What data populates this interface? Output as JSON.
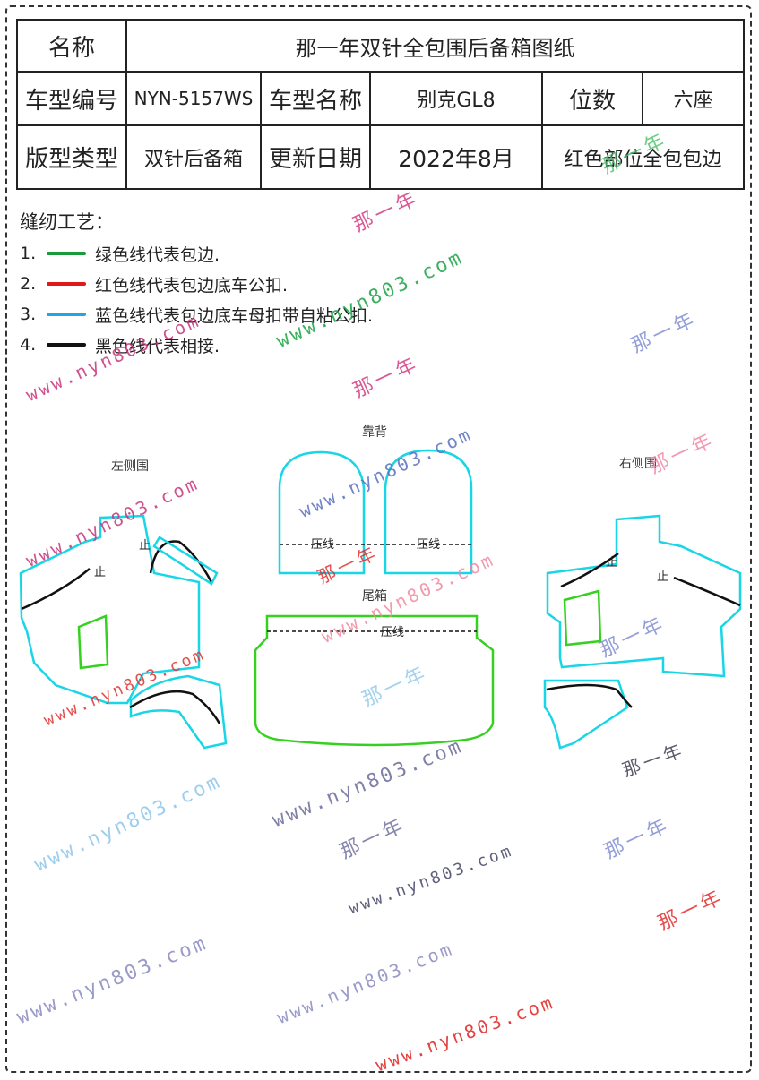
{
  "info": {
    "name_label": "名称",
    "name_value": "那一年双针全包围后备箱图纸",
    "model_code_label": "车型编号",
    "model_code_value": "NYN-5157WS",
    "model_name_label": "车型名称",
    "model_name_value": "别克GL8",
    "seats_label": "位数",
    "seats_value": "六座",
    "layout_type_label": "版型类型",
    "layout_type_value": "双针后备箱",
    "update_label": "更新日期",
    "update_value": "2022年8月",
    "note_value": "红色部位全包包边"
  },
  "sewing": {
    "heading": "缝纫工艺：",
    "items": [
      {
        "num": "1.",
        "color": "#1a9a3a",
        "text": "绿色线代表包边."
      },
      {
        "num": "2.",
        "color": "#e01818",
        "text": "红色线代表包边底车公扣."
      },
      {
        "num": "3.",
        "color": "#1ea7e0",
        "text": "蓝色线代表包边底车母扣带自粘公扣."
      },
      {
        "num": "4.",
        "color": "#111111",
        "text": "黑色线代表相接."
      }
    ]
  },
  "pattern": {
    "backrest_label": "靠背",
    "left_side_label": "左侧围",
    "right_side_label": "右侧围",
    "trunk_label": "尾箱",
    "press_line_label": "压线",
    "stop_label": "止",
    "colors": {
      "cyan": "#18d6e6",
      "green": "#35d11f",
      "black": "#111111"
    }
  },
  "watermarks": {
    "url": "www.nyn803.com",
    "brand": "那一年"
  }
}
